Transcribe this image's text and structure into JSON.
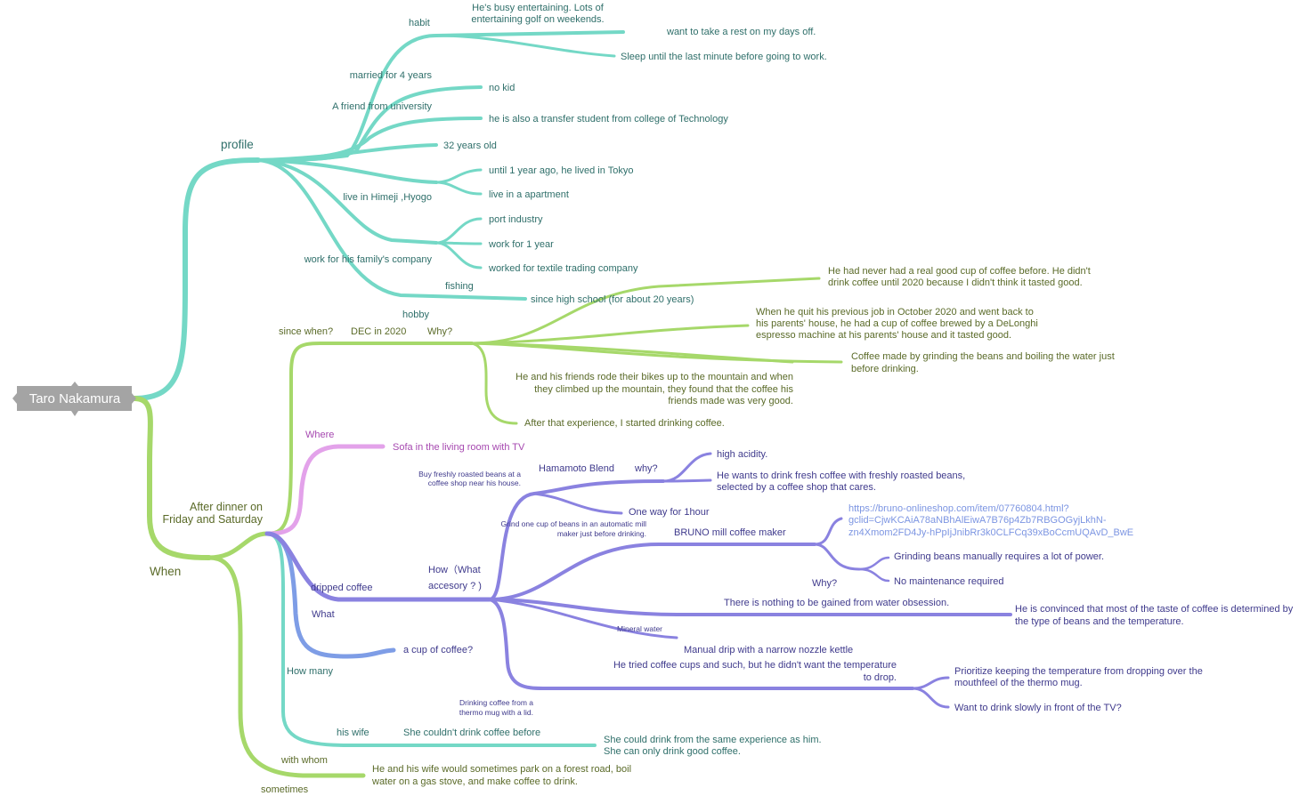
{
  "colors": {
    "profile_branch": "#74d8c6",
    "when_branch": "#a6d86a",
    "where_branch": "#e3a2ea",
    "how_branch": "#8a82e0",
    "what_branch": "#7e9de6",
    "teal_text": "#2f6f6a",
    "green_text": "#5a6a28",
    "purple_text": "#3f3a8c",
    "pink_text": "#a648b0",
    "link_text": "#7c95e2",
    "root_box": "#a4a4a4"
  },
  "root": {
    "label": "Taro Nakamura"
  },
  "profile": {
    "label": "profile",
    "habit": {
      "label": "habit",
      "busy": "He's busy entertaining. Lots of",
      "busy2": "entertaining golf on weekends.",
      "rest": "want to take a rest on my days off.",
      "sleep": "Sleep until the last minute before going to work."
    },
    "married": {
      "label": "married for 4 years",
      "no_kid": "no kid"
    },
    "friend": {
      "label": "A friend from university",
      "transfer": "he is also a transfer student from college of Technology"
    },
    "age": "32 years old",
    "live": {
      "label": "live in Himeji ,Hyogo",
      "tokyo": "until 1 year ago, he lived in Tokyo",
      "apartment": "live in a apartment"
    },
    "work": {
      "label": "work for his family's company",
      "port": "port industry",
      "year": "work for 1 year",
      "textile": "worked for textile trading company"
    },
    "hobby": {
      "label": "hobby",
      "fishing": "fishing",
      "since": "since high school (for about 20 years)"
    }
  },
  "when": {
    "label": "When",
    "after_dinner_1": "After dinner on",
    "after_dinner_2": "Friday and Saturday",
    "since_when": "since when?",
    "dec": "DEC in 2020",
    "why": "Why?",
    "never_1": "He had never had a real good cup of coffee before. He didn't",
    "never_2": "drink coffee until 2020 because I didn't think it tasted good.",
    "quit_1": "When he quit his previous job in October 2020 and went back to",
    "quit_2": "his parents' house, he had a cup of coffee brewed by a DeLonghi",
    "quit_3": "espresso machine at his parents' house and it tasted good.",
    "grinding_1": "Coffee made by grinding the beans and boiling the water just",
    "grinding_2": "before drinking.",
    "friends_1": "He and his friends rode their bikes up to the mountain and when",
    "friends_2": "they climbed up the mountain, they found that the coffee his",
    "friends_3": "friends made was very good.",
    "after_exp": "After that experience, I started drinking coffee.",
    "where": "Where",
    "sofa": "Sofa in the living room with TV",
    "dripped": "dripped coffee",
    "how_1": "How（What",
    "how_2": "accesory ? )",
    "buy_1": "Buy freshly roasted beans at a",
    "buy_2": "coffee shop near his house.",
    "hamamoto": "Hamamoto Blend",
    "why2": "why?",
    "acidity": "high acidity.",
    "fresh_1": "He wants to drink fresh coffee with freshly roasted beans,",
    "fresh_2": "selected by a coffee shop that cares.",
    "one_way": "One way for 1hour",
    "grind_1": "Grind one cup of beans in an automatic mill",
    "grind_2": "maker just before drinking.",
    "bruno": "BRUNO mill coffee maker",
    "url_1": "https://bruno-onlineshop.com/item/07760804.html?",
    "url_2": "gclid=CjwKCAiA78aNBhAlEiwA7B76p4Zb7RBGOGyjLkhN-",
    "url_3": "zn4Xmom2FD4Jy-hPpIjJnibRr3k0CLFCq39xBoCcmUQAvD_BwE",
    "why3": "Why?",
    "manual_power": "Grinding beans manually requires a lot of power.",
    "no_maint": "No maintenance required",
    "water_obsession": "There is nothing to be gained from water obsession.",
    "convinced_1": "He is convinced that most of the taste of coffee is determined by",
    "convinced_2": "the type of beans and the temperature.",
    "mineral": "Mineral water",
    "kettle": "Manual drip with a narrow nozzle kettle",
    "cups_1": "He tried coffee cups and such, but he didn't want the temperature",
    "cups_2": "to drop.",
    "prioritize_1": "Prioritize keeping the temperature from dropping over the",
    "prioritize_2": "mouthfeel of the thermo mug.",
    "slowly": "Want to drink slowly in front of the TV?",
    "thermo_1": "Drinking coffee from a",
    "thermo_2": "thermo mug with a lid.",
    "what": "What",
    "cup_q": "a cup of coffee?",
    "how_many": "How many",
    "his_wife": "his wife",
    "couldnt": "She couldn't drink coffee before",
    "same_1": "She could drink from the same experience as him.",
    "same_2": "She can only drink good coffee.",
    "with_whom": "with whom",
    "sometimes": "sometimes",
    "park_1": "He and his wife would sometimes park on a forest road, boil",
    "park_2": "water on a gas stove, and make coffee to drink."
  }
}
